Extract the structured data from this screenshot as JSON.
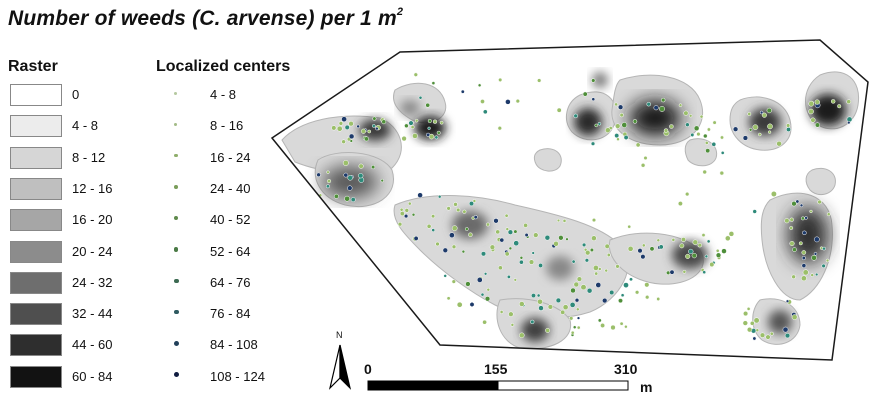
{
  "title": {
    "main": "Number of weeds (C. arvense) per 1 m",
    "superscript": "2"
  },
  "legend_raster": {
    "heading": "Raster",
    "classes": [
      {
        "label": "0",
        "color": "#ffffff"
      },
      {
        "label": "4 - 8",
        "color": "#ececec"
      },
      {
        "label": "8 - 12",
        "color": "#d6d6d6"
      },
      {
        "label": "12 - 16",
        "color": "#bfbfbf"
      },
      {
        "label": "16 - 20",
        "color": "#a6a6a6"
      },
      {
        "label": "20 - 24",
        "color": "#8c8c8c"
      },
      {
        "label": "24 - 32",
        "color": "#6e6e6e"
      },
      {
        "label": "32 - 44",
        "color": "#4f4f4f"
      },
      {
        "label": "44 - 60",
        "color": "#2e2e2e"
      },
      {
        "label": "60 - 84",
        "color": "#121212"
      }
    ]
  },
  "legend_centers": {
    "heading": "Localized centers",
    "classes": [
      {
        "label": "4 - 8",
        "color": "#b5c9a0"
      },
      {
        "label": "8 - 16",
        "color": "#a3bb87"
      },
      {
        "label": "16 - 24",
        "color": "#8fae6b"
      },
      {
        "label": "24 - 40",
        "color": "#7a9d5a"
      },
      {
        "label": "40 - 52",
        "color": "#5f8a4c"
      },
      {
        "label": "52 - 64",
        "color": "#4a7a45"
      },
      {
        "label": "64 - 76",
        "color": "#3c6a52"
      },
      {
        "label": "76 - 84",
        "color": "#2f5a60"
      },
      {
        "label": "84 - 108",
        "color": "#22405a"
      },
      {
        "label": "108 - 124",
        "color": "#101c40"
      }
    ]
  },
  "north_arrow": {
    "label": "N"
  },
  "scale_bar": {
    "ticks": [
      "0",
      "155",
      "310"
    ],
    "unit": "m"
  },
  "map_colors": {
    "boundary": "#1a1a1a",
    "point_light": "#9bbf6a",
    "point_mid": "#4f8f3a",
    "point_teal": "#2e8a7a",
    "point_dark": "#1d3a6a"
  }
}
